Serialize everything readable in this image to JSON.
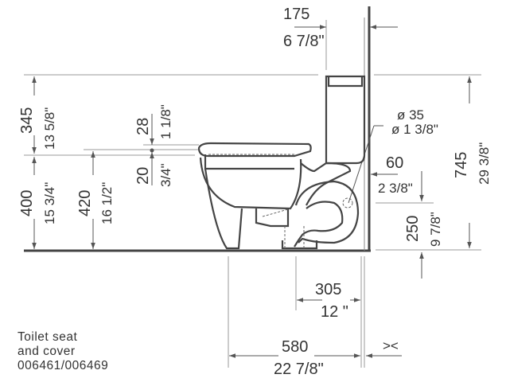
{
  "drawing": {
    "title": "Toilet side elevation dimension drawing",
    "dimensions": {
      "tank_to_wall_mm": "175",
      "tank_to_wall_in": "6 7/8\"",
      "tank_height_mm": "345",
      "tank_height_in": "13 5/8\"",
      "seat_height_mm": "400",
      "seat_height_in": "15 3/4\"",
      "rim_height_mm": "420",
      "rim_height_in": "16 1/2\"",
      "seat_thickness_mm": "28",
      "seat_thickness_in": "1 1/8\"",
      "rim_offset_mm": "20",
      "rim_offset_in": "3/4\"",
      "supply_dia_mm": "ø 35",
      "supply_dia_in": "ø 1 3/8\"",
      "supply_offset_mm": "60",
      "supply_offset_in": "2 3/8\"",
      "supply_height_mm": "250",
      "supply_height_in": "9 7/8\"",
      "total_height_mm": "745",
      "total_height_in": "29 3/8\"",
      "rough_in_mm": "305",
      "rough_in_in": "12 \"",
      "total_depth_mm": "580",
      "total_depth_in": "22 7/8\"",
      "wall_gap_symbol": "><"
    },
    "note": {
      "line1": "Toilet seat",
      "line2": "and cover",
      "line3": "006461/006469"
    }
  }
}
